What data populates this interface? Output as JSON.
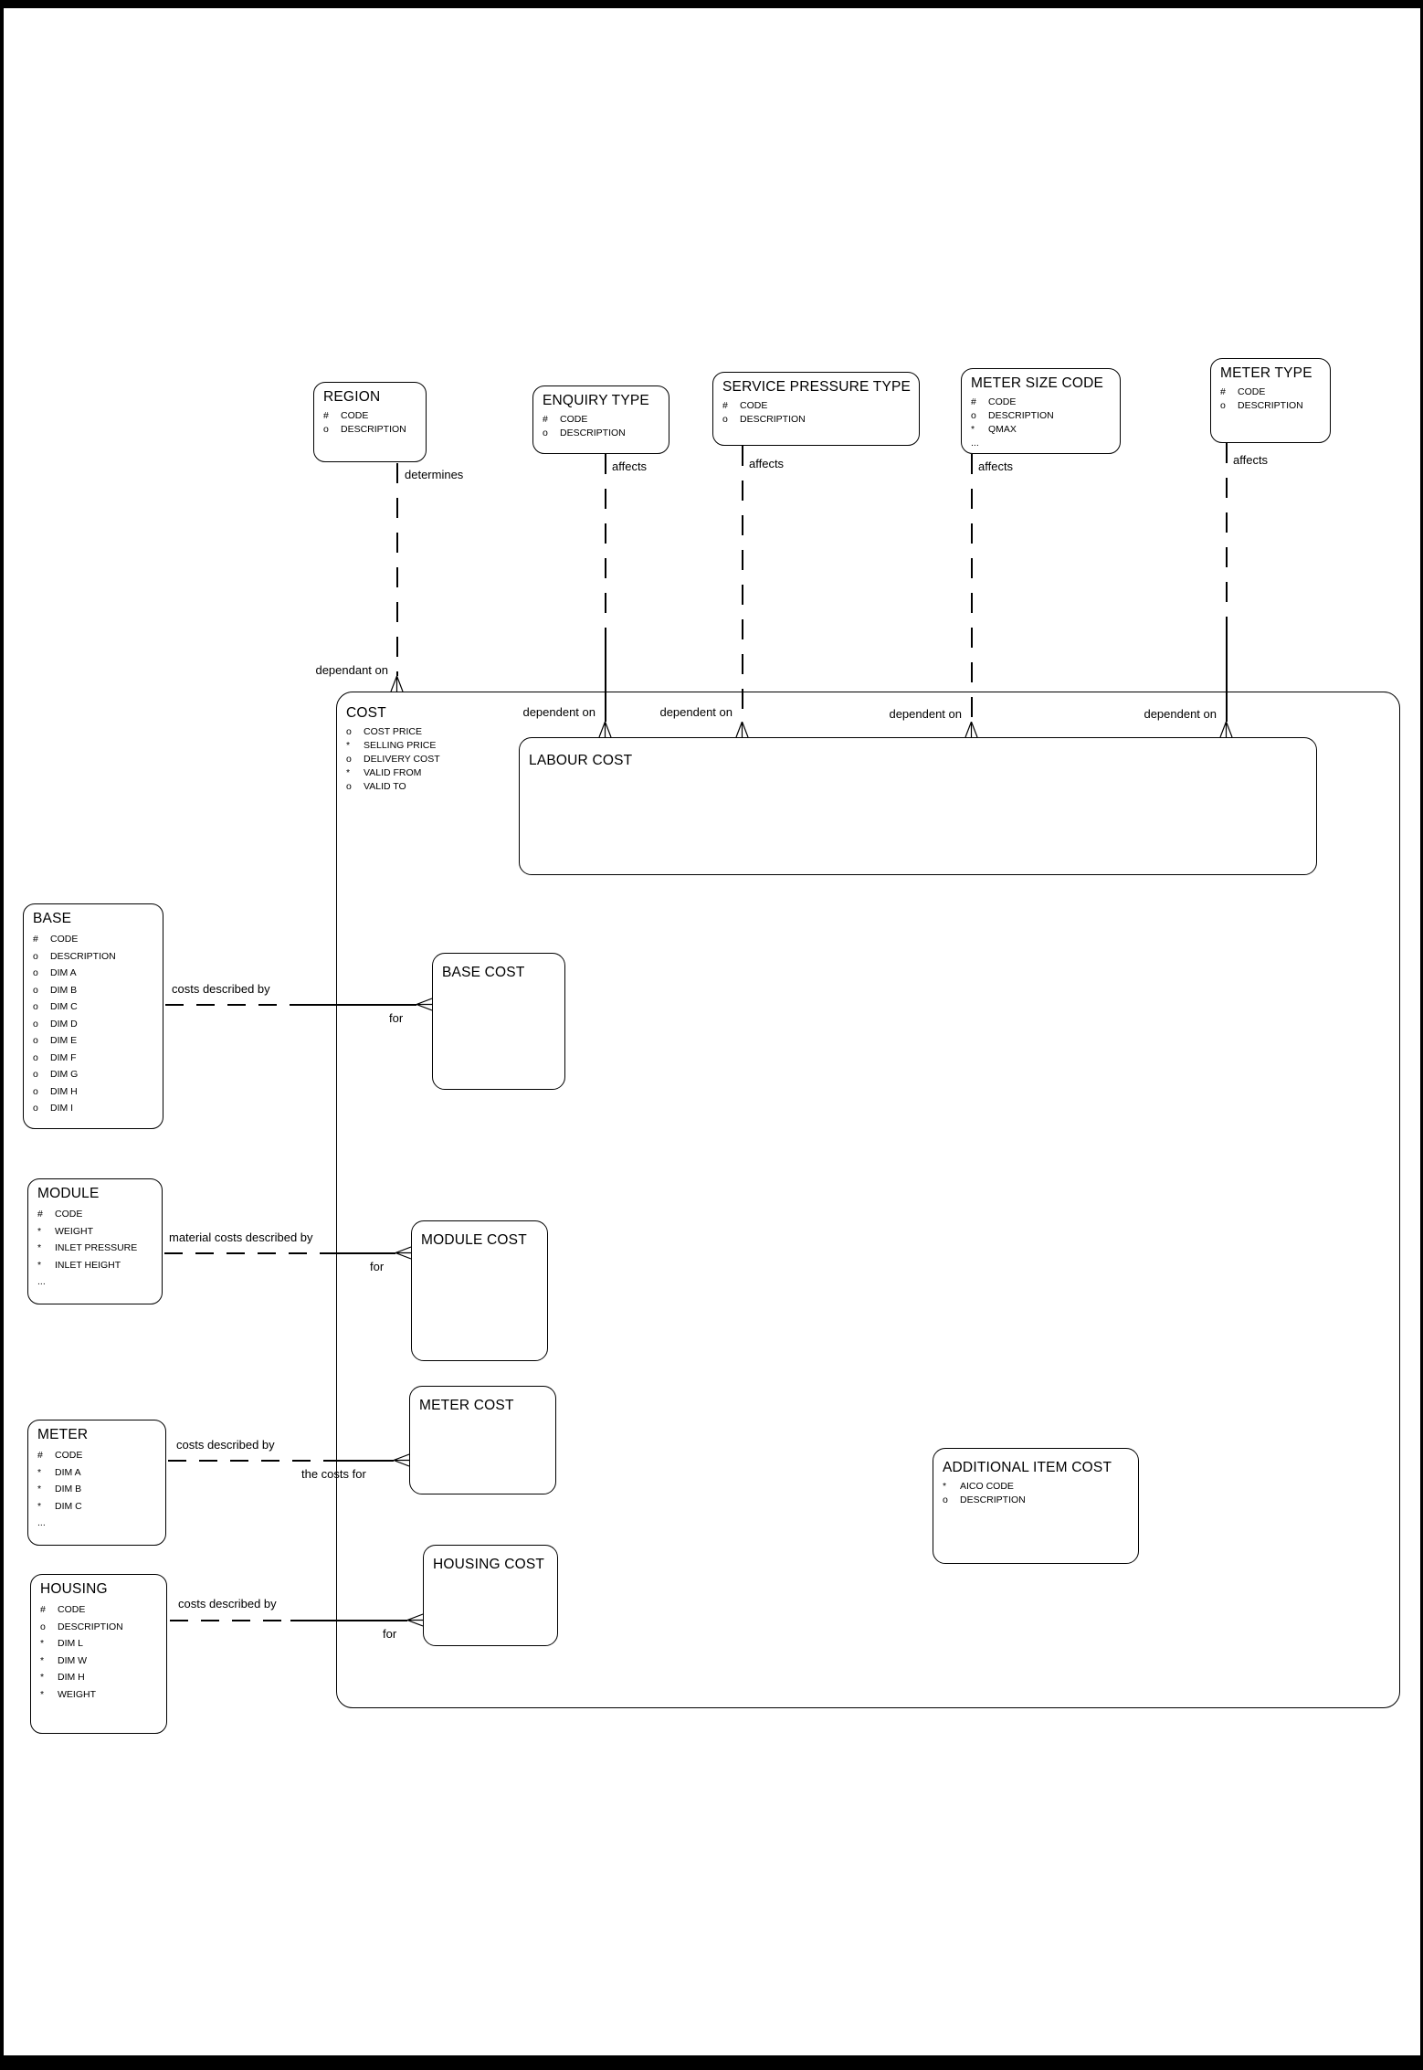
{
  "colors": {
    "line": "#000000",
    "background": "#ffffff"
  },
  "entities": {
    "region": {
      "title": "REGION",
      "attrs": [
        {
          "s": "#",
          "t": "CODE"
        },
        {
          "s": "o",
          "t": "DESCRIPTION"
        }
      ]
    },
    "enquiry_type": {
      "title": "ENQUIRY TYPE",
      "attrs": [
        {
          "s": "#",
          "t": "CODE"
        },
        {
          "s": "o",
          "t": "DESCRIPTION"
        }
      ]
    },
    "service_pressure_type": {
      "title": "SERVICE PRESSURE TYPE",
      "attrs": [
        {
          "s": "#",
          "t": "CODE"
        },
        {
          "s": "o",
          "t": "DESCRIPTION"
        }
      ]
    },
    "meter_size_code": {
      "title": "METER SIZE CODE",
      "attrs": [
        {
          "s": "#",
          "t": "CODE"
        },
        {
          "s": "o",
          "t": "DESCRIPTION"
        },
        {
          "s": "*",
          "t": "QMAX"
        },
        {
          "s": "...",
          "t": ""
        }
      ]
    },
    "meter_type": {
      "title": "METER TYPE",
      "attrs": [
        {
          "s": "#",
          "t": "CODE"
        },
        {
          "s": "o",
          "t": "DESCRIPTION"
        }
      ]
    },
    "cost": {
      "title": "COST",
      "attrs": [
        {
          "s": "o",
          "t": "COST PRICE"
        },
        {
          "s": "*",
          "t": "SELLING PRICE"
        },
        {
          "s": "o",
          "t": "DELIVERY COST"
        },
        {
          "s": "*",
          "t": "VALID FROM"
        },
        {
          "s": "o",
          "t": "VALID TO"
        }
      ]
    },
    "labour_cost": {
      "title": "LABOUR COST"
    },
    "base": {
      "title": "BASE",
      "attrs": [
        {
          "s": "#",
          "t": "CODE"
        },
        {
          "s": "o",
          "t": "DESCRIPTION"
        },
        {
          "s": "o",
          "t": "DIM A"
        },
        {
          "s": "o",
          "t": "DIM B"
        },
        {
          "s": "o",
          "t": "DIM C"
        },
        {
          "s": "o",
          "t": "DIM D"
        },
        {
          "s": "o",
          "t": "DIM E"
        },
        {
          "s": "o",
          "t": "DIM F"
        },
        {
          "s": "o",
          "t": "DIM G"
        },
        {
          "s": "o",
          "t": "DIM H"
        },
        {
          "s": "o",
          "t": "DIM I"
        }
      ]
    },
    "base_cost": {
      "title": "BASE COST"
    },
    "module": {
      "title": "MODULE",
      "attrs": [
        {
          "s": "#",
          "t": "CODE"
        },
        {
          "s": "*",
          "t": "WEIGHT"
        },
        {
          "s": "*",
          "t": "INLET PRESSURE"
        },
        {
          "s": "*",
          "t": "INLET HEIGHT"
        },
        {
          "s": "...",
          "t": ""
        }
      ]
    },
    "module_cost": {
      "title": "MODULE COST"
    },
    "meter": {
      "title": "METER",
      "attrs": [
        {
          "s": "#",
          "t": "CODE"
        },
        {
          "s": "*",
          "t": "DIM A"
        },
        {
          "s": "*",
          "t": "DIM B"
        },
        {
          "s": "*",
          "t": "DIM C"
        },
        {
          "s": "...",
          "t": ""
        }
      ]
    },
    "meter_cost": {
      "title": "METER COST"
    },
    "housing": {
      "title": "HOUSING",
      "attrs": [
        {
          "s": "#",
          "t": "CODE"
        },
        {
          "s": "o",
          "t": "DESCRIPTION"
        },
        {
          "s": "*",
          "t": "DIM L"
        },
        {
          "s": "*",
          "t": "DIM W"
        },
        {
          "s": "*",
          "t": "DIM H"
        },
        {
          "s": "*",
          "t": "WEIGHT"
        }
      ]
    },
    "housing_cost": {
      "title": "HOUSING COST"
    },
    "additional_item_cost": {
      "title": "ADDITIONAL ITEM COST",
      "attrs": [
        {
          "s": "*",
          "t": "AICO CODE"
        },
        {
          "s": "o",
          "t": "DESCRIPTION"
        }
      ]
    }
  },
  "relationships": {
    "region_cost": {
      "near_label": "determines",
      "far_label": "dependant on"
    },
    "enquiry_labour": {
      "near_label": "affects",
      "far_label": "dependent on"
    },
    "service_labour": {
      "near_label": "affects",
      "far_label": "dependent on"
    },
    "metersize_labour": {
      "near_label": "affects",
      "far_label": "dependent on"
    },
    "metertype_labour": {
      "near_label": "affects",
      "far_label": "dependent on"
    },
    "base_basecost": {
      "near_label": "costs described by",
      "far_label": "for"
    },
    "module_modulecost": {
      "near_label": "material costs described by",
      "far_label": "for"
    },
    "meter_metercost": {
      "near_label": "costs described by",
      "far_label": "the costs for"
    },
    "housing_housingcost": {
      "near_label": "costs described by",
      "far_label": "for"
    }
  }
}
